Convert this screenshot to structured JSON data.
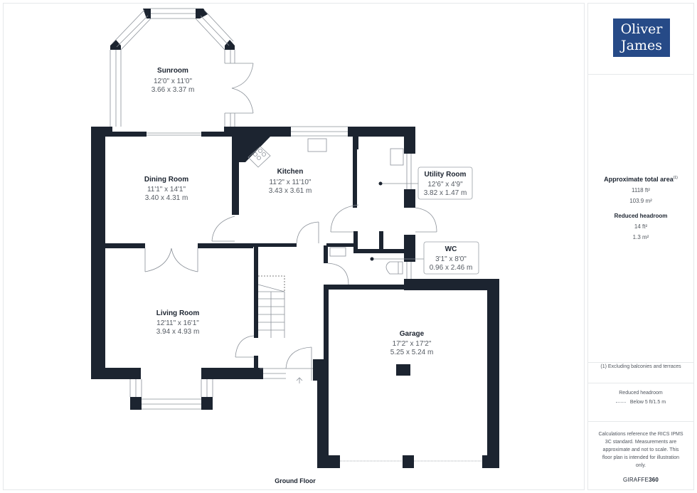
{
  "logo": {
    "line1": "Oliver",
    "line2": "James",
    "bg": "#264a87"
  },
  "summary": {
    "title": "Approximate total area",
    "footnote_marker": "(1)",
    "total_sqft": "1118 ft²",
    "total_sqm": "103.9 m²",
    "reduced_title": "Reduced headroom",
    "reduced_sqft": "14 ft²",
    "reduced_sqm": "1.3 m²"
  },
  "footnote": "(1) Excluding balconies and terraces",
  "legend": {
    "title": "Reduced headroom",
    "item": "Below 5 ft/1.5 m"
  },
  "disclaimer": "Calculations reference the RICS IPMS 3C standard. Measurements are approximate and not to scale. This floor plan is intended for illustration only.",
  "brand": {
    "part1": "GIRAFFE",
    "part2": "360"
  },
  "floor": {
    "label": "Ground Floor",
    "wall_color": "#1c2430"
  },
  "rooms": {
    "sunroom": {
      "name": "Sunroom",
      "imperial": "12'0\" x 11'0\"",
      "metric": "3.66 x 3.37 m"
    },
    "dining": {
      "name": "Dining Room",
      "imperial": "11'1\" x 14'1\"",
      "metric": "3.40 x 4.31 m"
    },
    "kitchen": {
      "name": "Kitchen",
      "imperial": "11'2\" x 11'10\"",
      "metric": "3.43 x 3.61 m"
    },
    "utility": {
      "name": "Utility Room",
      "imperial": "12'6\" x 4'9\"",
      "metric": "3.82 x 1.47 m"
    },
    "wc": {
      "name": "WC",
      "imperial": "3'1\" x 8'0\"",
      "metric": "0.96 x 2.46 m"
    },
    "living": {
      "name": "Living Room",
      "imperial": "12'11\" x 16'1\"",
      "metric": "3.94 x 4.93 m"
    },
    "garage": {
      "name": "Garage",
      "imperial": "17'2\" x 17'2\"",
      "metric": "5.25 x 5.24 m"
    }
  }
}
